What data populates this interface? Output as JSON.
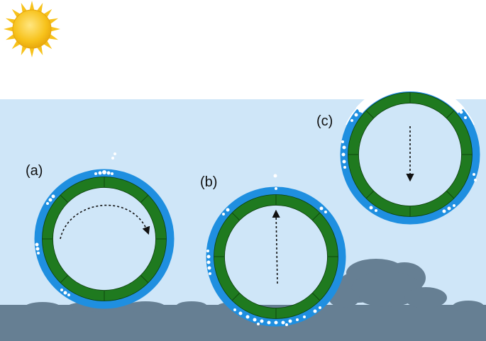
{
  "colors": {
    "sky": "#ffffff",
    "water": "#cfe6f8",
    "seabed": "#667f93",
    "ring_outer": "#1f8fe0",
    "ring_inner": "#1f7a1f",
    "bubble": "#ffffff",
    "sun_core": "#f7c21b",
    "sun_rays": "#f7c21b",
    "arrow": "#111111"
  },
  "icons": {
    "sun": "sun-icon"
  },
  "panels": [
    {
      "id": "a",
      "label": "(a)",
      "motion": "rotating"
    },
    {
      "id": "b",
      "label": "(b)",
      "motion": "rising"
    },
    {
      "id": "c",
      "label": "(c)",
      "motion": "sinking"
    }
  ]
}
